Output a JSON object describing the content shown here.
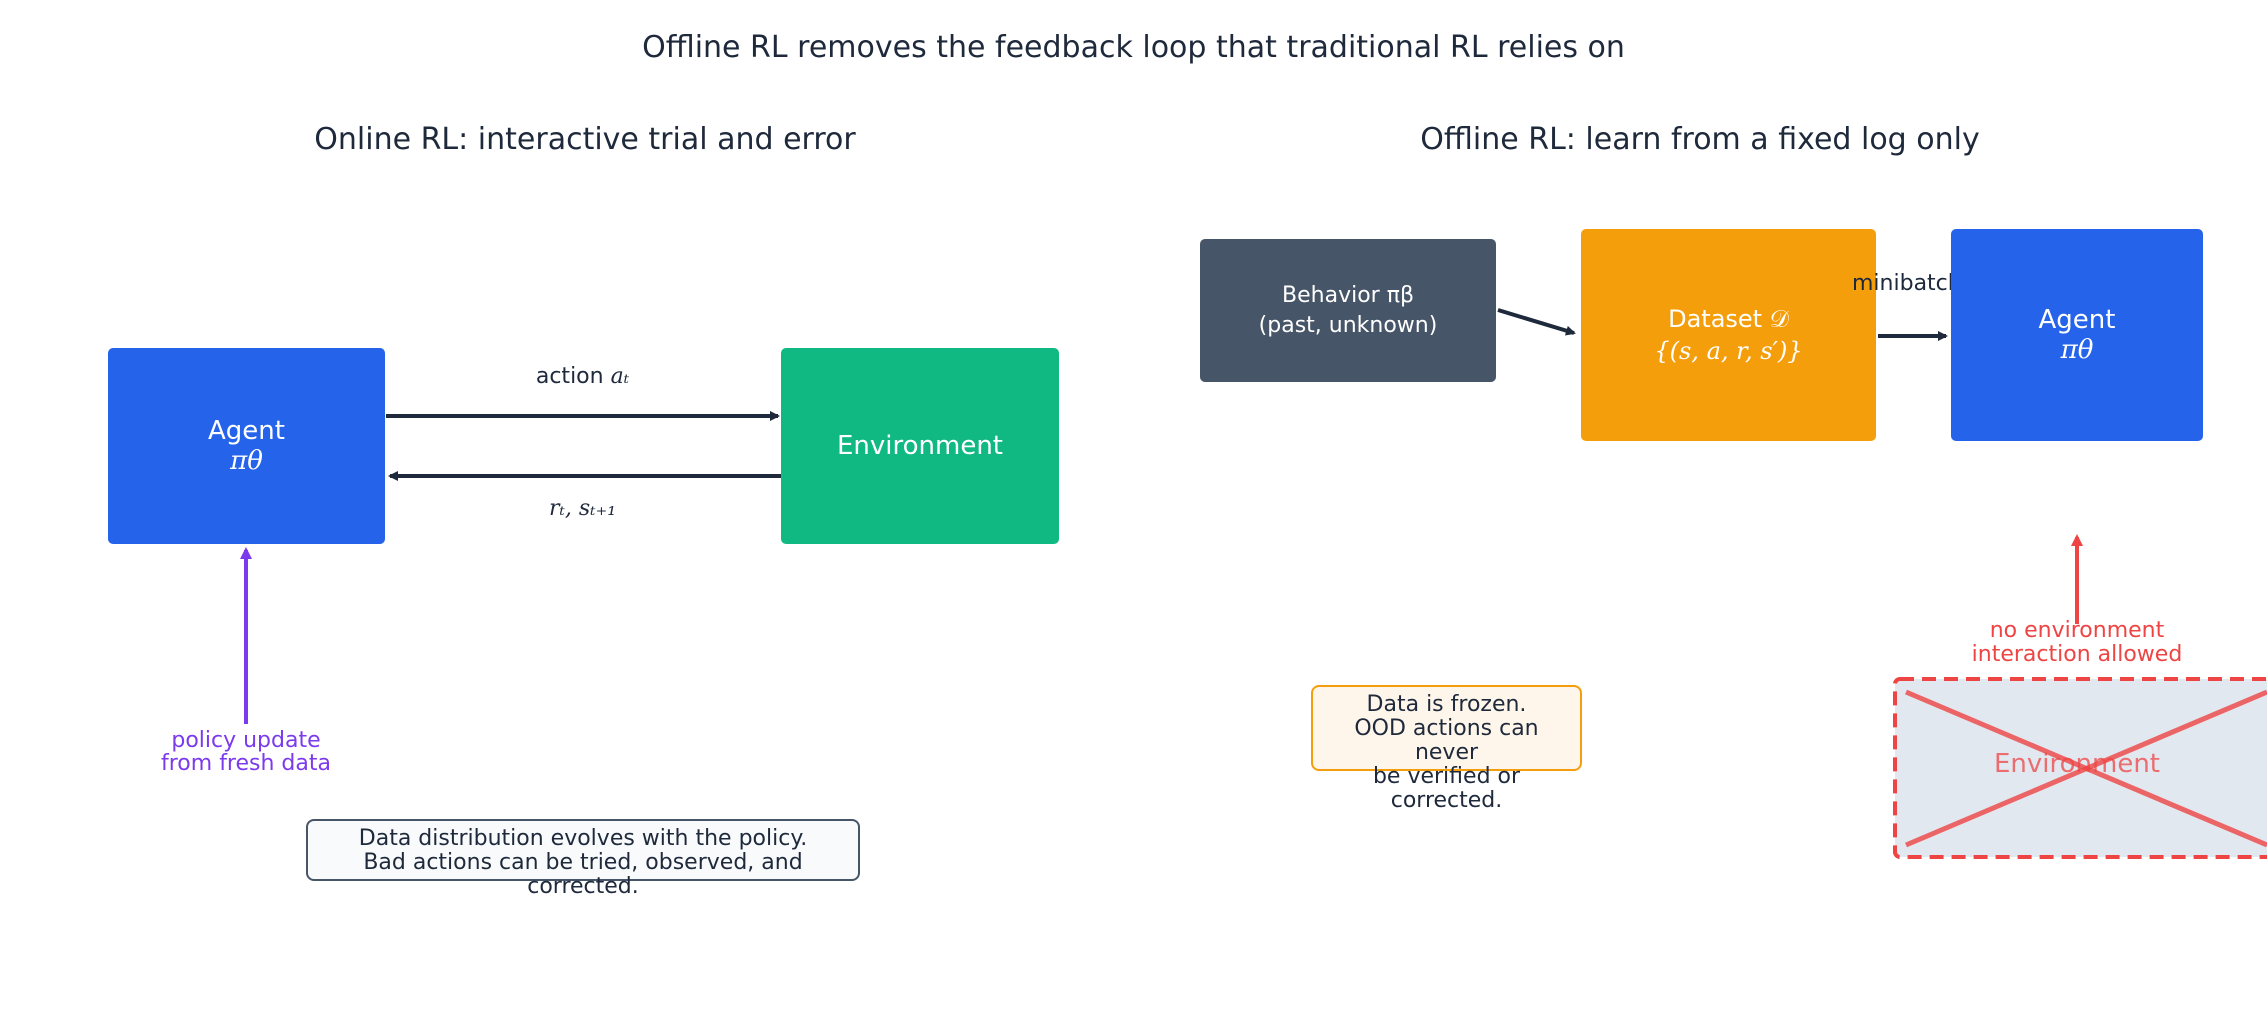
{
  "title": "Offline RL removes the feedback loop that traditional RL relies on",
  "online": {
    "subtitle": "Online RL: interactive trial and error",
    "agent": {
      "label": "Agent",
      "policy": "πθ"
    },
    "environment": {
      "label": "Environment"
    },
    "action_label": {
      "text": "action ",
      "math": "aₜ"
    },
    "feedback_label": {
      "math": "rₜ, sₜ₊₁"
    },
    "update_label": {
      "line1": "policy update",
      "line2": "from fresh data"
    },
    "note": {
      "line1": "Data distribution evolves with the policy.",
      "line2": "Bad actions can be tried, observed, and corrected."
    }
  },
  "offline": {
    "subtitle": "Offline RL: learn from a fixed log only",
    "behavior": {
      "line1": "Behavior πβ",
      "line2": "(past, unknown)"
    },
    "dataset": {
      "line1": "Dataset 𝒟",
      "line2": "{(s, a, r, s′)}"
    },
    "agent": {
      "label": "Agent",
      "policy": "πθ"
    },
    "minibatches_label": "minibatches",
    "blocked_label": {
      "line1": "no environment",
      "line2": "interaction allowed"
    },
    "environment_crossed": "Environment",
    "note": {
      "line1": "Data is frozen.",
      "line2": "OOD actions can never",
      "line3": "be verified or corrected."
    }
  },
  "colors": {
    "agent": "#2563eb",
    "environment": "#10b981",
    "behavior": "#475569",
    "dataset": "#f59e0b",
    "update_purple": "#7c3aed",
    "blocked_red": "#ef4444",
    "arrow_dark": "#1e293b"
  }
}
